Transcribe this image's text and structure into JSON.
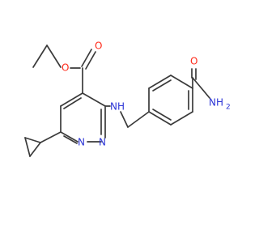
{
  "molecule": {
    "colors": {
      "bond": "#3a3a3a",
      "oxygen": "#ff2a1a",
      "nitrogen": "#2b34d6"
    },
    "labels": {
      "ester_ether_oxygen": "O",
      "ester_carbonyl_oxygen": "O",
      "amide_oxygen": "O",
      "amine_nh": "NH",
      "amide_nh2": "NH",
      "amide_nh2_subscript": "2",
      "ring_n1": "N",
      "ring_n2": "N"
    }
  }
}
